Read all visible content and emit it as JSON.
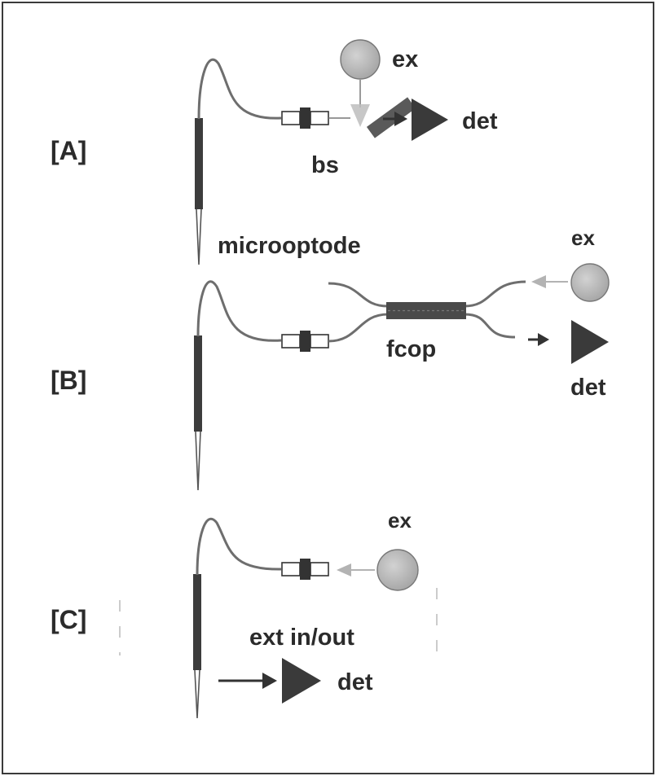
{
  "panels": {
    "a": {
      "tag": "[A]",
      "excitation": "ex",
      "detector": "det",
      "beamsplitter": "bs",
      "sensor": "microoptode"
    },
    "b": {
      "tag": "[B]",
      "excitation": "ex",
      "detector": "det",
      "coupler": "fcop"
    },
    "c": {
      "tag": "[C]",
      "excitation": "ex",
      "detector": "det",
      "mode": "ext in/out"
    }
  },
  "colors": {
    "frame": "#3a3a3a",
    "fiber": "#6e6e6e",
    "probe": "#3c3c3c",
    "source_fill": "#b4b4b4",
    "light_arrow": "#9a9a9a",
    "detector": "#3a3a3a",
    "text": "#2b2b2b"
  }
}
